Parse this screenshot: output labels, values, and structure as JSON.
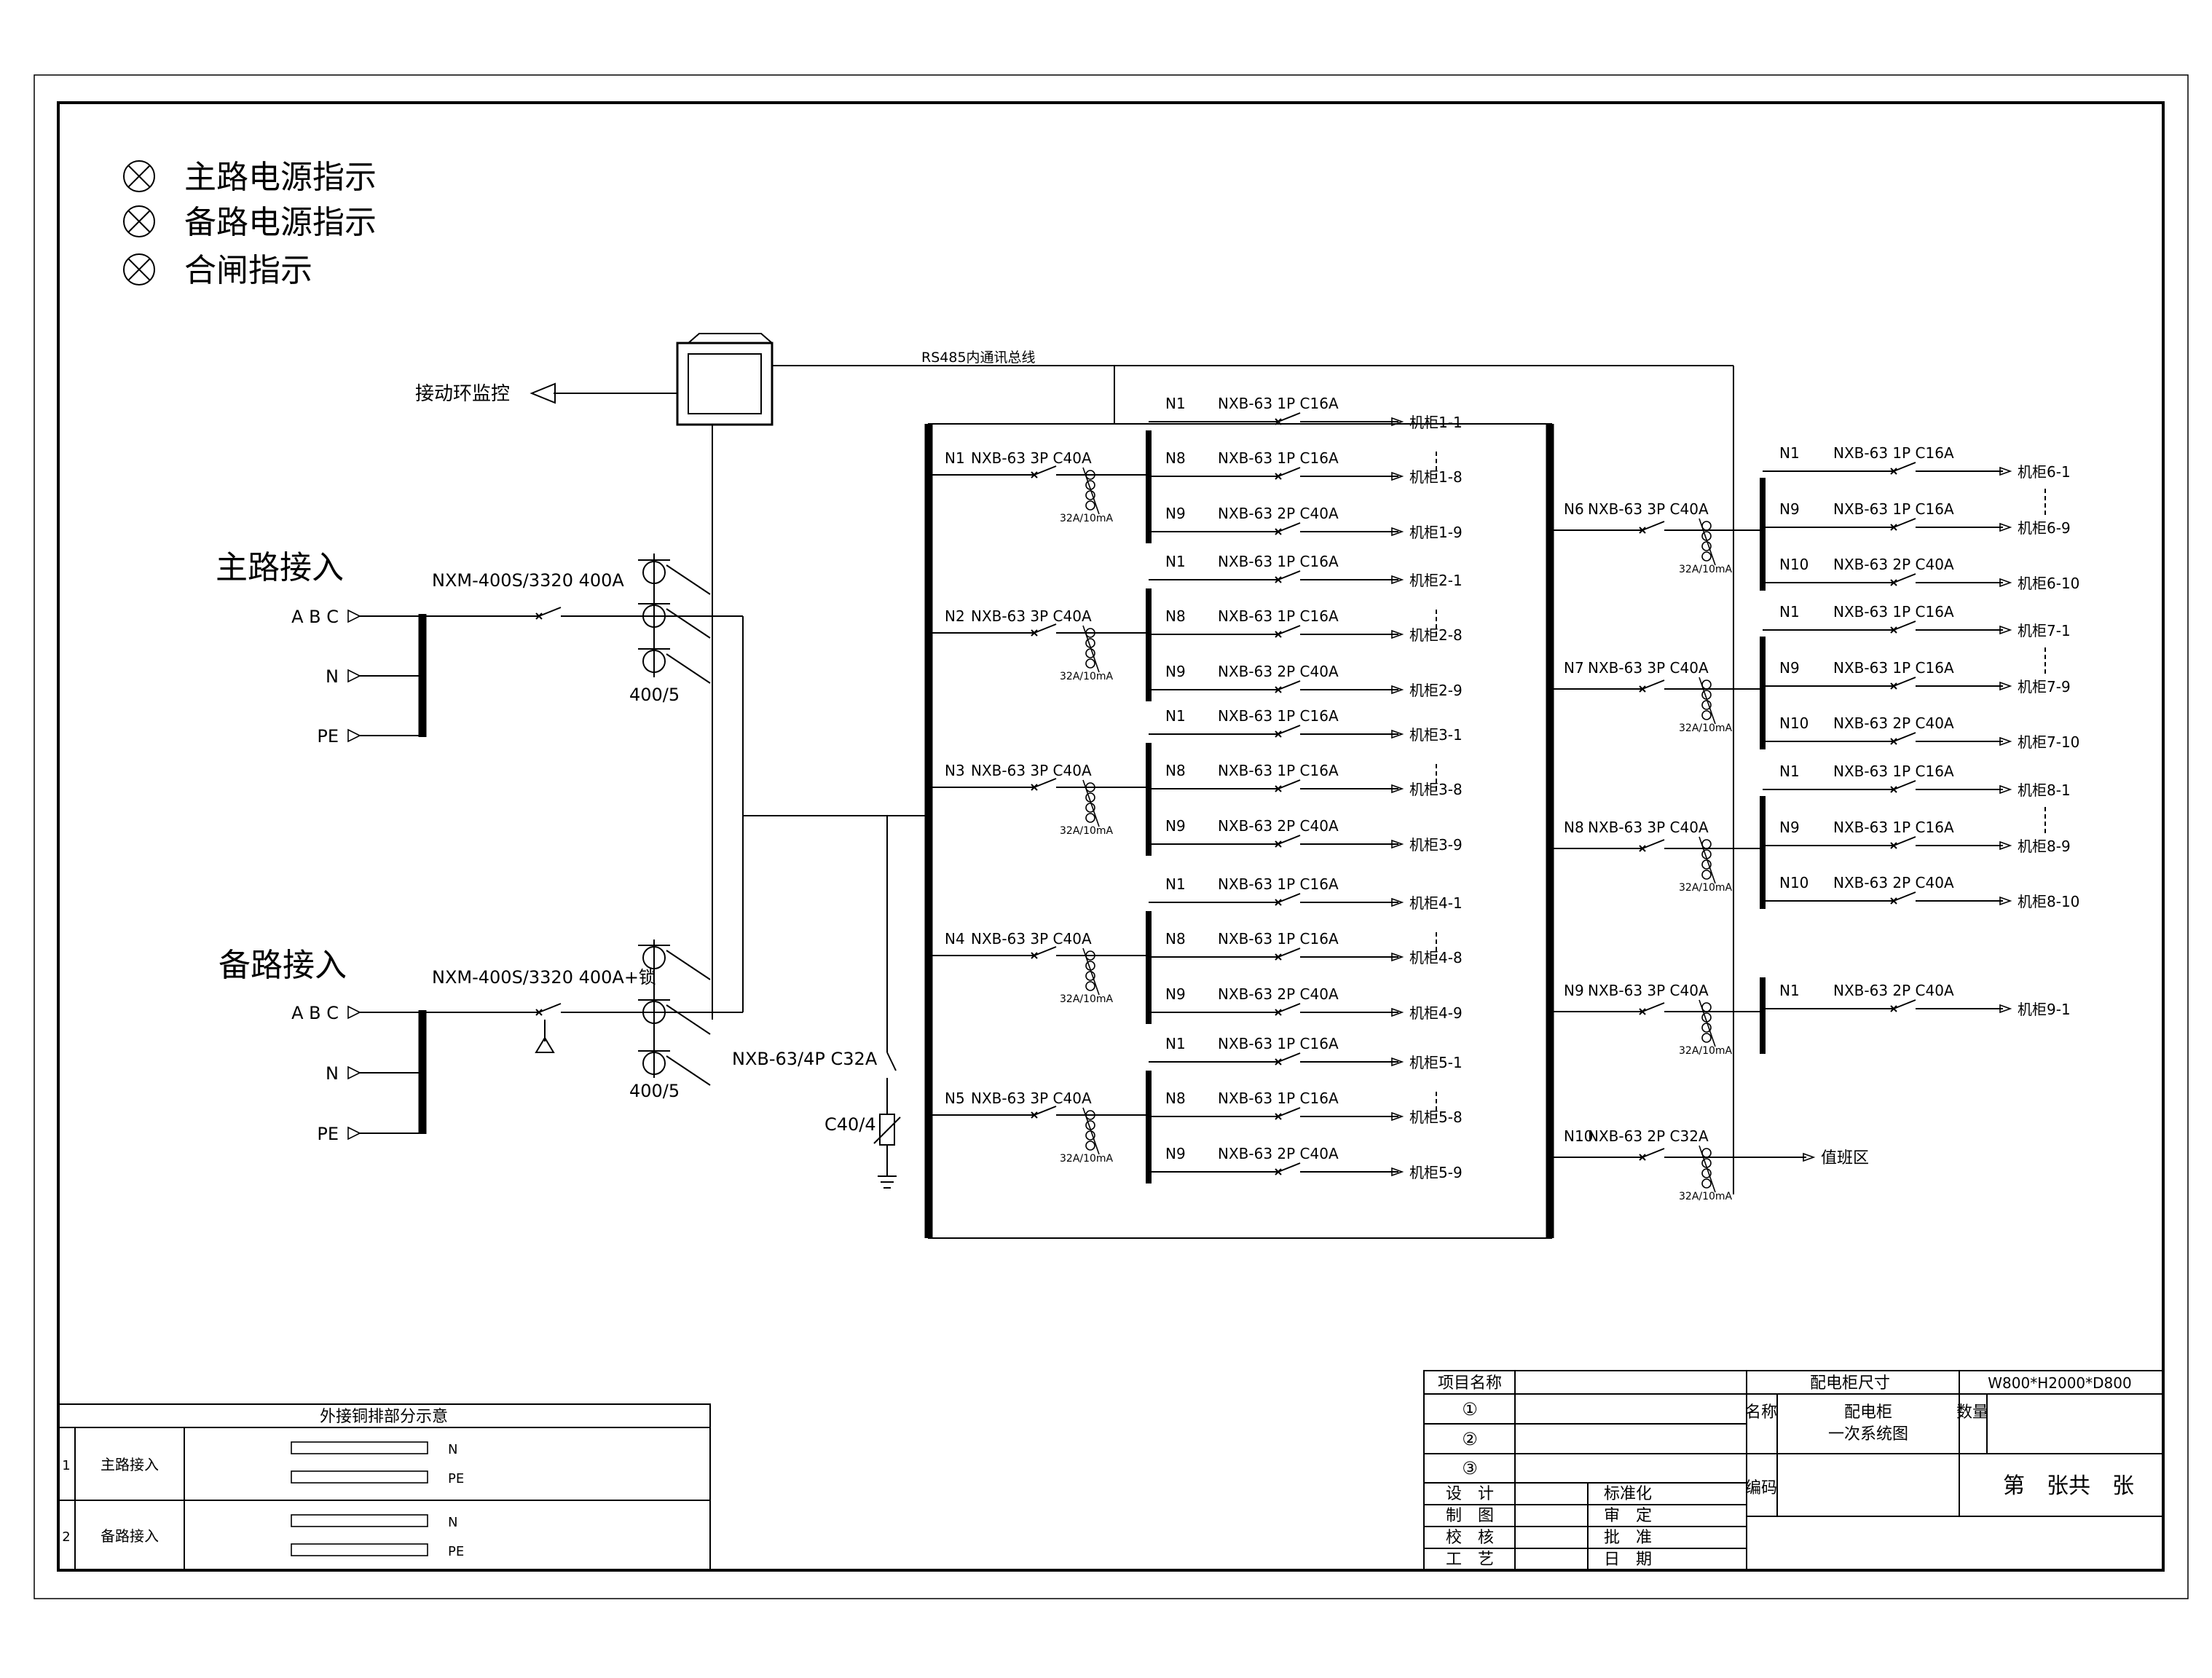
{
  "legend": [
    {
      "label": "主路电源指示",
      "icon": "indicator-lamp-icon"
    },
    {
      "label": "备路电源指示",
      "icon": "indicator-lamp-icon"
    },
    {
      "label": "合闸指示",
      "icon": "indicator-lamp-icon"
    }
  ],
  "monitor": {
    "label": "接动环监控",
    "bus_label": "RS485内通讯总线",
    "icon": "touch-screen-monitor-icon"
  },
  "main_supply": {
    "title": "主路接入",
    "phases": [
      "A B C",
      "N",
      "PE"
    ],
    "breaker": "NXM-400S/3320 400A",
    "ct": "400/5"
  },
  "backup_supply": {
    "title": "备路接入",
    "phases": [
      "A B C",
      "N",
      "PE"
    ],
    "breaker": "NXM-400S/3320 400A+锁",
    "ct": "400/5"
  },
  "surge": {
    "breaker": "NXB-63/4P C32A",
    "spd": "C40/4"
  },
  "feeders_left": [
    {
      "id": "N1",
      "breaker": "NXB-63 3P C40A",
      "rcd": "32A/10mA",
      "branches": [
        {
          "id": "N1",
          "breaker": "NXB-63 1P C16A",
          "load": "机柜1-1"
        },
        {
          "id": "N8",
          "breaker": "NXB-63 1P C16A",
          "load": "机柜1-8"
        },
        {
          "id": "N9",
          "breaker": "NXB-63 2P C40A",
          "load": "机柜1-9"
        }
      ]
    },
    {
      "id": "N2",
      "breaker": "NXB-63 3P C40A",
      "rcd": "32A/10mA",
      "branches": [
        {
          "id": "N1",
          "breaker": "NXB-63 1P C16A",
          "load": "机柜2-1"
        },
        {
          "id": "N8",
          "breaker": "NXB-63 1P C16A",
          "load": "机柜2-8"
        },
        {
          "id": "N9",
          "breaker": "NXB-63 2P C40A",
          "load": "机柜2-9"
        }
      ]
    },
    {
      "id": "N3",
      "breaker": "NXB-63 3P C40A",
      "rcd": "32A/10mA",
      "branches": [
        {
          "id": "N1",
          "breaker": "NXB-63 1P C16A",
          "load": "机柜3-1"
        },
        {
          "id": "N8",
          "breaker": "NXB-63 1P C16A",
          "load": "机柜3-8"
        },
        {
          "id": "N9",
          "breaker": "NXB-63 2P C40A",
          "load": "机柜3-9"
        }
      ]
    },
    {
      "id": "N4",
      "breaker": "NXB-63 3P C40A",
      "rcd": "32A/10mA",
      "branches": [
        {
          "id": "N1",
          "breaker": "NXB-63 1P C16A",
          "load": "机柜4-1"
        },
        {
          "id": "N8",
          "breaker": "NXB-63 1P C16A",
          "load": "机柜4-8"
        },
        {
          "id": "N9",
          "breaker": "NXB-63 2P C40A",
          "load": "机柜4-9"
        }
      ]
    },
    {
      "id": "N5",
      "breaker": "NXB-63 3P C40A",
      "rcd": "32A/10mA",
      "branches": [
        {
          "id": "N1",
          "breaker": "NXB-63 1P C16A",
          "load": "机柜5-1"
        },
        {
          "id": "N8",
          "breaker": "NXB-63 1P C16A",
          "load": "机柜5-8"
        },
        {
          "id": "N9",
          "breaker": "NXB-63 2P C40A",
          "load": "机柜5-9"
        }
      ]
    }
  ],
  "feeders_right": [
    {
      "id": "N6",
      "breaker": "NXB-63 3P C40A",
      "rcd": "32A/10mA",
      "branches": [
        {
          "id": "N1",
          "breaker": "NXB-63 1P C16A",
          "load": "机柜6-1"
        },
        {
          "id": "N9",
          "breaker": "NXB-63 1P C16A",
          "load": "机柜6-9"
        },
        {
          "id": "N10",
          "breaker": "NXB-63 2P C40A",
          "load": "机柜6-10"
        }
      ]
    },
    {
      "id": "N7",
      "breaker": "NXB-63 3P C40A",
      "rcd": "32A/10mA",
      "branches": [
        {
          "id": "N1",
          "breaker": "NXB-63 1P C16A",
          "load": "机柜7-1"
        },
        {
          "id": "N9",
          "breaker": "NXB-63 1P C16A",
          "load": "机柜7-9"
        },
        {
          "id": "N10",
          "breaker": "NXB-63 2P C40A",
          "load": "机柜7-10"
        }
      ]
    },
    {
      "id": "N8",
      "breaker": "NXB-63 3P C40A",
      "rcd": "32A/10mA",
      "branches": [
        {
          "id": "N1",
          "breaker": "NXB-63 1P C16A",
          "load": "机柜8-1"
        },
        {
          "id": "N9",
          "breaker": "NXB-63 1P C16A",
          "load": "机柜8-9"
        },
        {
          "id": "N10",
          "breaker": "NXB-63 2P C40A",
          "load": "机柜8-10"
        }
      ]
    },
    {
      "id": "N9",
      "breaker": "NXB-63 3P C40A",
      "rcd": "32A/10mA",
      "branches": [
        {
          "id": "N1",
          "breaker": "NXB-63 2P C40A",
          "load": "机柜9-1"
        }
      ]
    },
    {
      "id": "N10",
      "breaker": "NXB-63 2P C32A",
      "rcd": "32A/10mA",
      "load": "值班区",
      "branches": []
    }
  ],
  "copper_table": {
    "title": "外接铜排部分示意",
    "rows": [
      {
        "no": "1",
        "name": "主路接入",
        "bars": [
          "N",
          "PE"
        ]
      },
      {
        "no": "2",
        "name": "备路接入",
        "bars": [
          "N",
          "PE"
        ]
      }
    ]
  },
  "title_block": {
    "project_label": "项目名称",
    "size_label": "配电柜尺寸",
    "size_value": "W800*H2000*D800",
    "circled": [
      "①",
      "②",
      "③"
    ],
    "name_label": "名称",
    "name_value": [
      "配电柜",
      "一次系统图"
    ],
    "qty_label": "数量",
    "code_label": "编码",
    "sheet": "第　张共　张",
    "roles_left": [
      "设　计",
      "制　图",
      "校　核",
      "工　艺"
    ],
    "roles_right": [
      "标准化",
      "审　定",
      "批　准",
      "日　期"
    ]
  }
}
